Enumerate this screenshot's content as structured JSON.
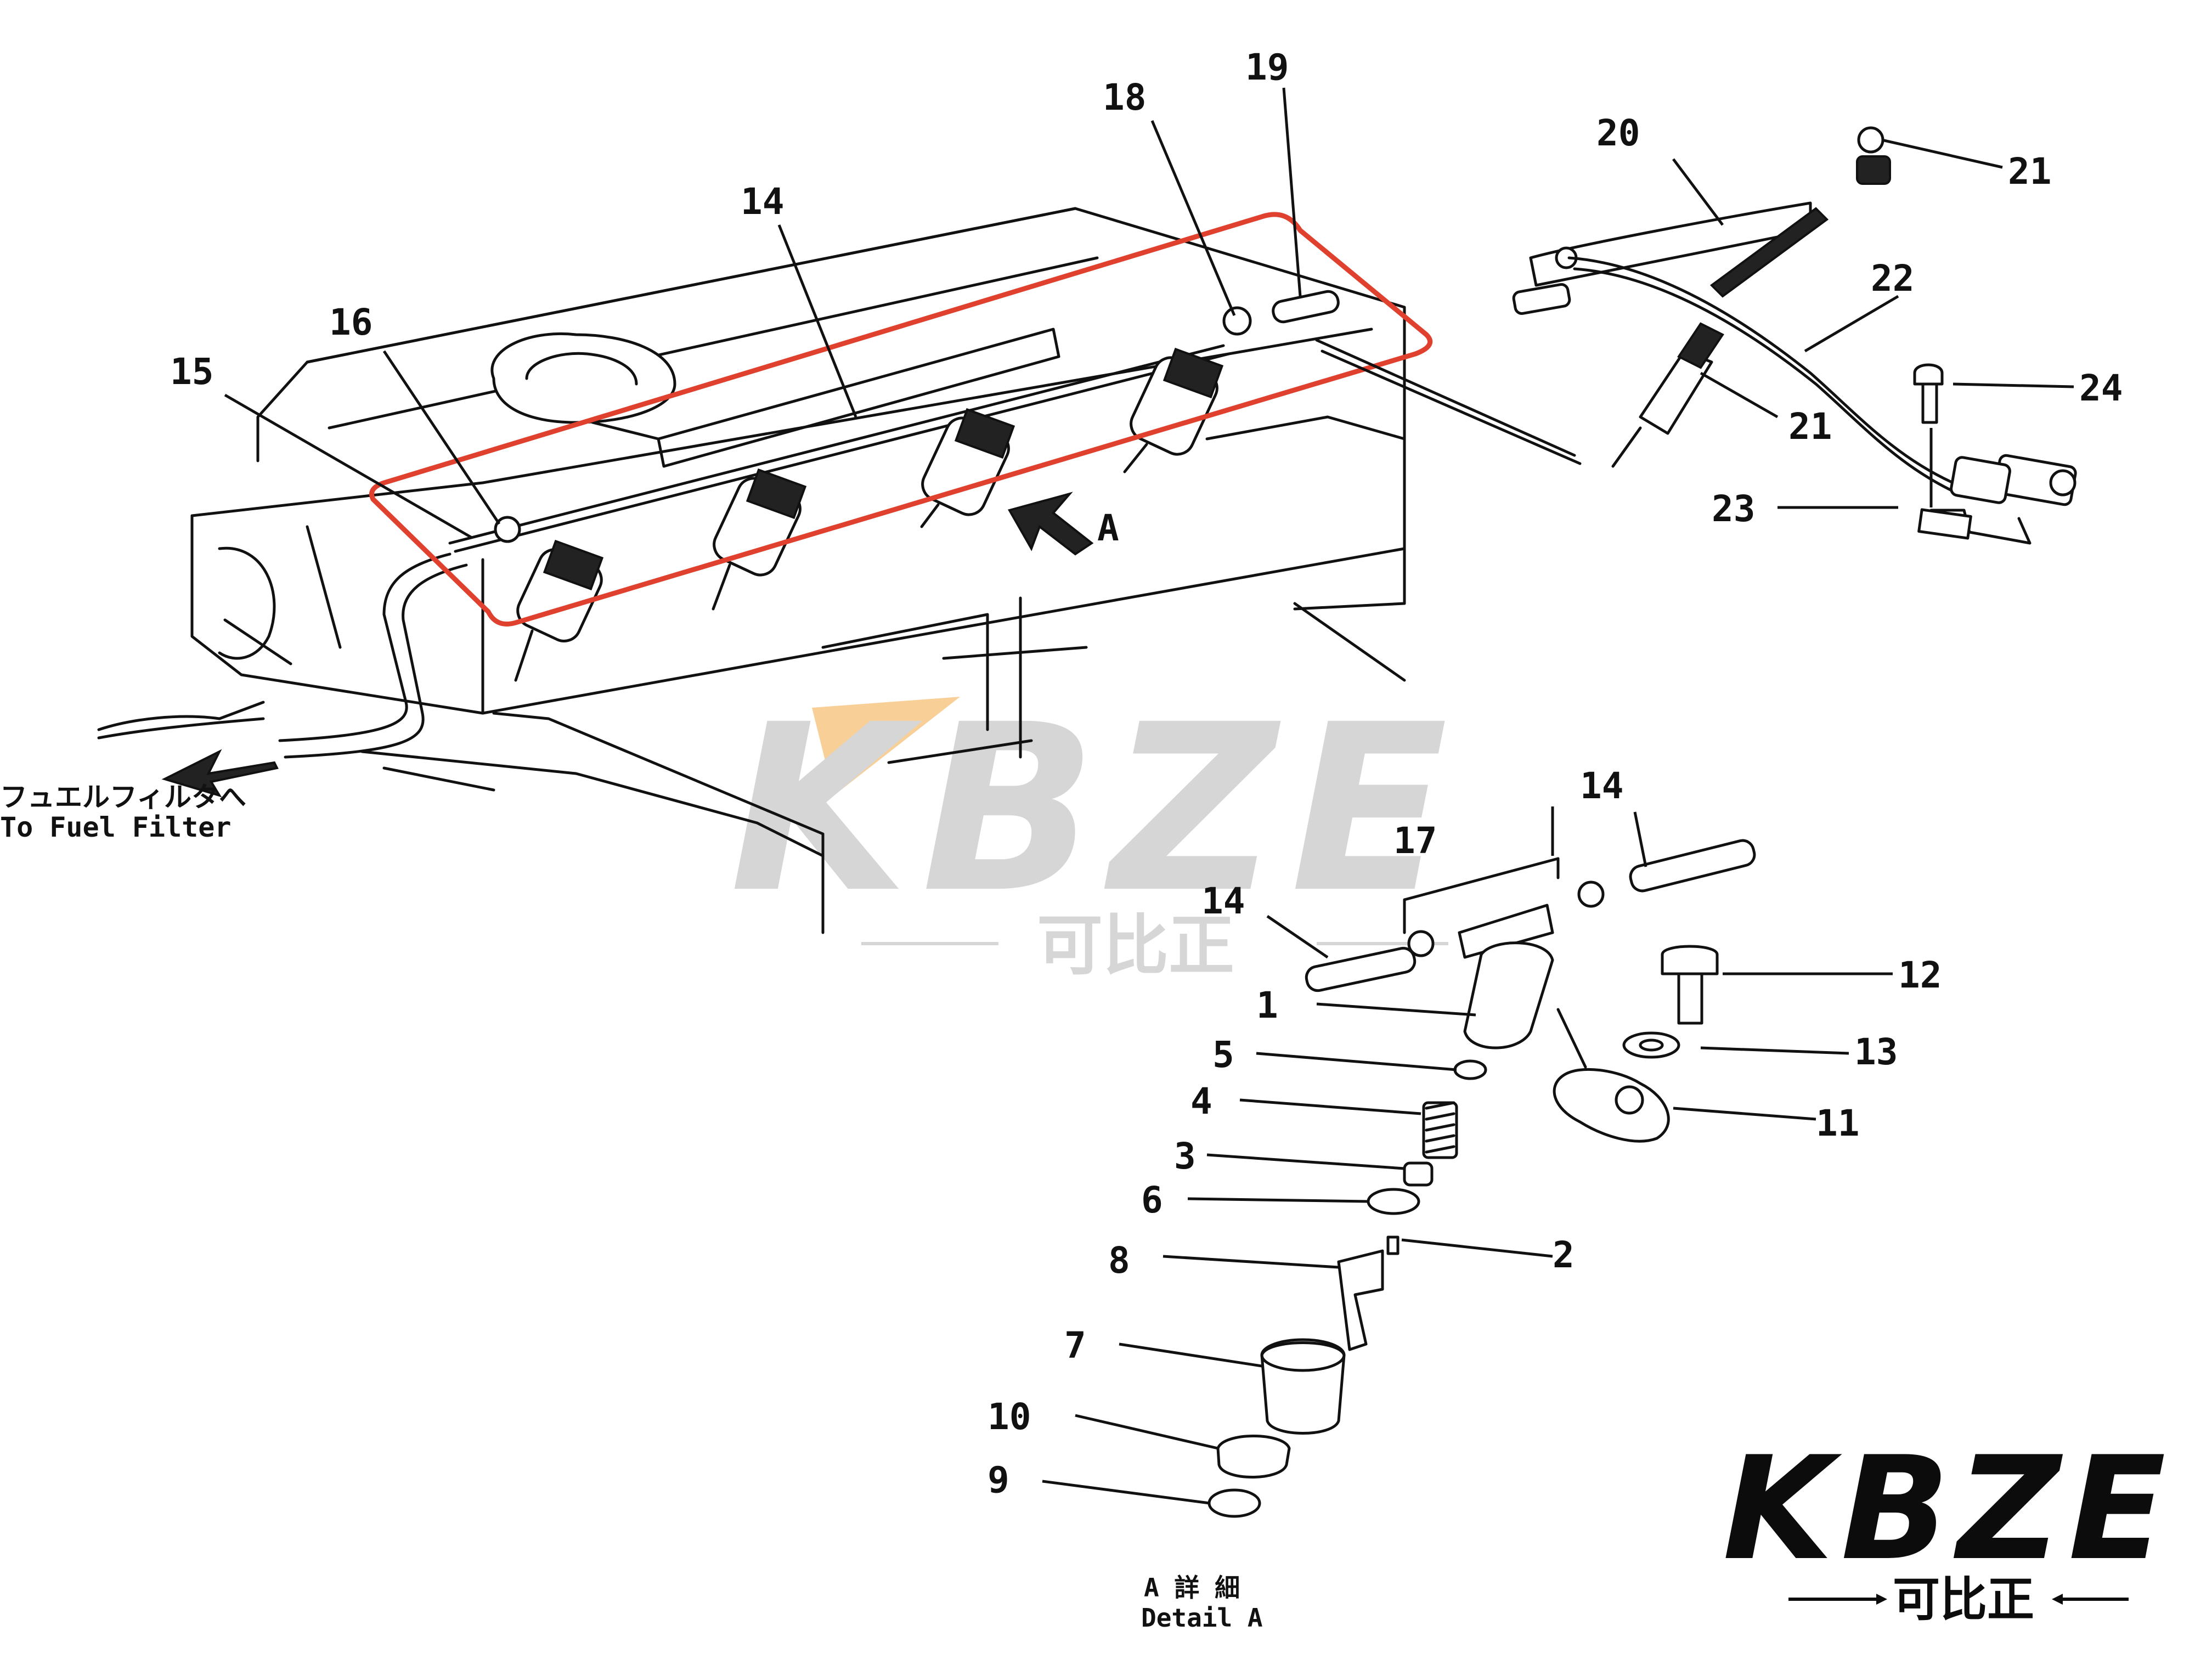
{
  "callouts": [
    "1",
    "2",
    "3",
    "4",
    "5",
    "6",
    "7",
    "8",
    "9",
    "10",
    "11",
    "12",
    "13",
    "14",
    "14",
    "14",
    "15",
    "16",
    "17",
    "18",
    "19",
    "20",
    "21",
    "21",
    "22",
    "23",
    "24"
  ],
  "arrow_label": "A",
  "fuel_filter": {
    "jp": "フュエルフィルタへ",
    "en": "To  Fuel  Filter"
  },
  "detail": {
    "jp": "A 詳 細",
    "en": "Detail  A"
  },
  "watermark": {
    "brand": "KBZE",
    "cn": "可比正"
  },
  "logo": {
    "brand": "KBZE",
    "cn": "可比正"
  },
  "colors": {
    "highlight": "#e0402e",
    "watermark": "#d6d6d6",
    "logo": "#0c0c0c",
    "orange_accent": "#f2a742"
  }
}
